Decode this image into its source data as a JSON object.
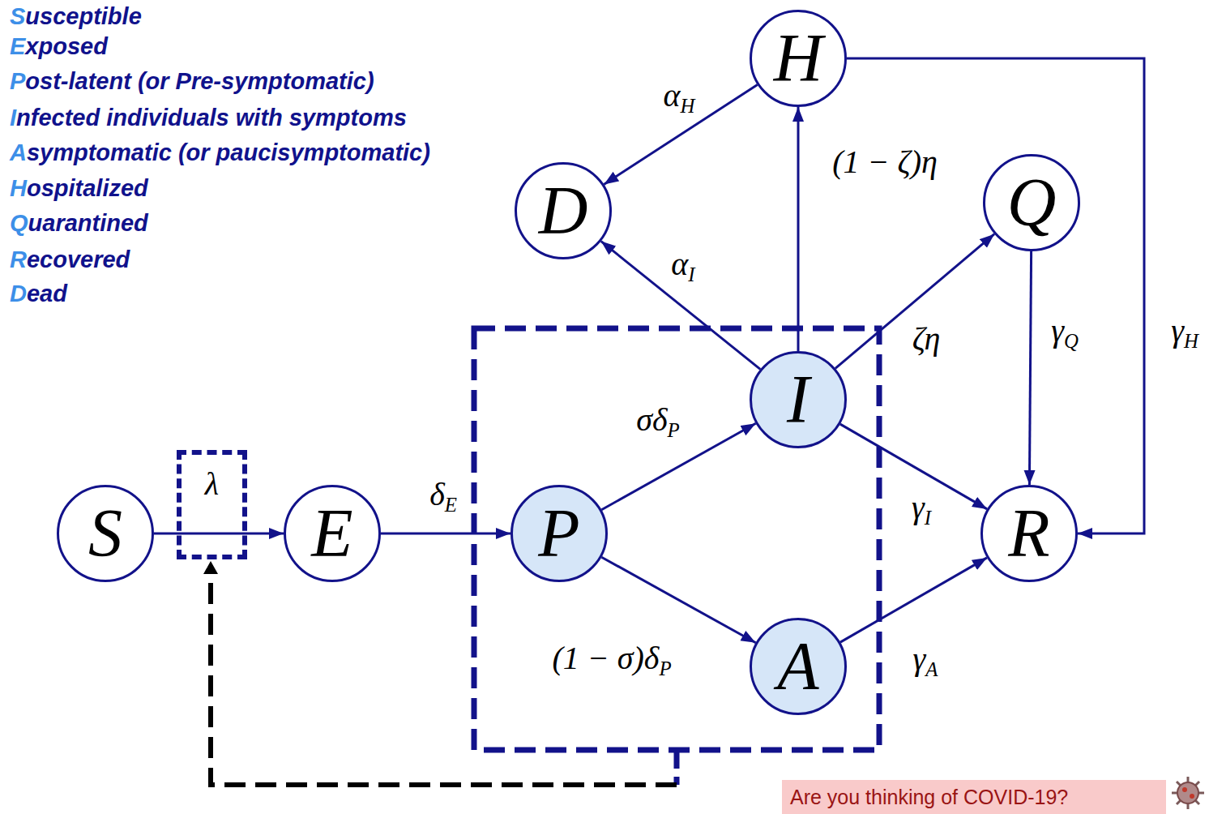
{
  "diagram": {
    "nodes": [
      {
        "text": [
          "S"
        ]
      },
      {
        "text": [
          "E"
        ]
      },
      {
        "text": [
          "P"
        ]
      },
      {
        "text": [
          "I"
        ]
      },
      {
        "text": [
          "A"
        ]
      },
      {
        "text": [
          "H"
        ]
      },
      {
        "text": [
          "D"
        ]
      },
      {
        "text": [
          "Q"
        ]
      },
      {
        "text": [
          "R"
        ]
      }
    ],
    "edges": [
      {
        "from": 0,
        "to": 1,
        "label": "λ",
        "arrow": "to"
      },
      {
        "from": 1,
        "to": 2,
        "label": "δE",
        "arrow": "to"
      },
      {
        "from": 2,
        "to": 3,
        "label": "σδP",
        "arrow": "to"
      },
      {
        "from": 2,
        "to": 4,
        "label": "(1 − σ)δP",
        "arrow": "to"
      },
      {
        "from": 3,
        "to": 5,
        "label": "(1 − ζ)η",
        "arrow": "to"
      },
      {
        "from": 3,
        "to": 7,
        "label": "ζη",
        "arrow": "to"
      },
      {
        "from": 3,
        "to": 6,
        "label": "αI",
        "arrow": "to"
      },
      {
        "from": 3,
        "to": 8,
        "label": "γI",
        "arrow": "to"
      },
      {
        "from": 4,
        "to": 8,
        "label": "γA",
        "arrow": "to"
      },
      {
        "from": 5,
        "to": 6,
        "label": "αH",
        "arrow": "to"
      },
      {
        "from": 7,
        "to": 8,
        "label": "γQ",
        "arrow": "to"
      },
      {
        "from": 5,
        "to": 8,
        "label": "γH",
        "arrow": "to"
      }
    ],
    "labels": [
      "Susceptible",
      "Exposed",
      "Post-latent (or Pre-symptomatic)",
      "Infected individuals with symptoms",
      "Asymptomatic (or paucisymptomatic)",
      "Hospitalized",
      "Quarantined",
      "Recovered",
      "Dead",
      "Are you thinking of COVID-19?"
    ]
  }
}
